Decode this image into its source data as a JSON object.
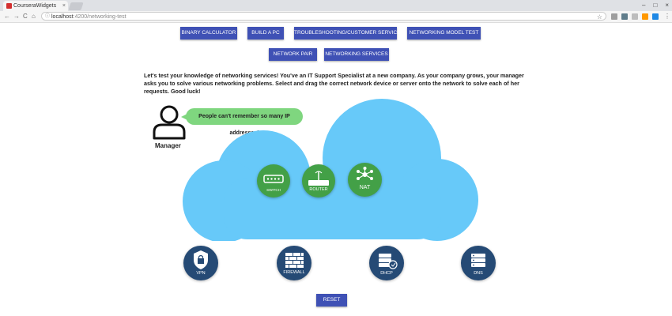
{
  "browser": {
    "tab_title": "CourseraWidgets",
    "tab_close": "×",
    "url_host": "localhost",
    "url_path": ":4200/networking-test",
    "back": "←",
    "forward": "→",
    "reload": "C",
    "home": "⌂",
    "url_info": "ⓘ",
    "star": "☆",
    "menu": "⋮",
    "win_minimize": "–",
    "win_maximize": "□",
    "win_close": "×"
  },
  "nav_buttons_row1": [
    "BINARY CALCULATOR",
    "BUILD A PC",
    "TROUBLESHOOTING/CUSTOMER SERVICE",
    "NETWORKING MODEL TEST"
  ],
  "nav_buttons_row2": [
    "NETWORK PAIR",
    "NETWORKING SERVICES"
  ],
  "intro_text": "Let's test your knowledge of networking services! You've an IT Support Specialist at a new company. As your company grows, your manager asks you to solve various networking problems. Select and drag the correct network device or server onto the network to solve each of her requests. Good luck!",
  "manager": {
    "label": "Manager",
    "request": "People can't remember so many IP addresses!"
  },
  "cloud_devices": [
    {
      "label": "SWITCH",
      "icon": "switch-icon"
    },
    {
      "label": "ROUTER",
      "icon": "router-icon"
    },
    {
      "label": "NAT",
      "icon": "nat-icon"
    }
  ],
  "service_icons": [
    {
      "label": "VPN",
      "icon": "vpn-icon"
    },
    {
      "label": "FIREWALL",
      "icon": "firewall-icon"
    },
    {
      "label": "DHCP",
      "icon": "dhcp-icon"
    },
    {
      "label": "DNS",
      "icon": "dns-icon"
    }
  ],
  "reset_label": "RESET",
  "colors": {
    "button": "#3f51b5",
    "cloud": "#67c9f9",
    "bubble": "#7fd67f",
    "device_green": "#43a047",
    "service_navy": "#254a75"
  }
}
